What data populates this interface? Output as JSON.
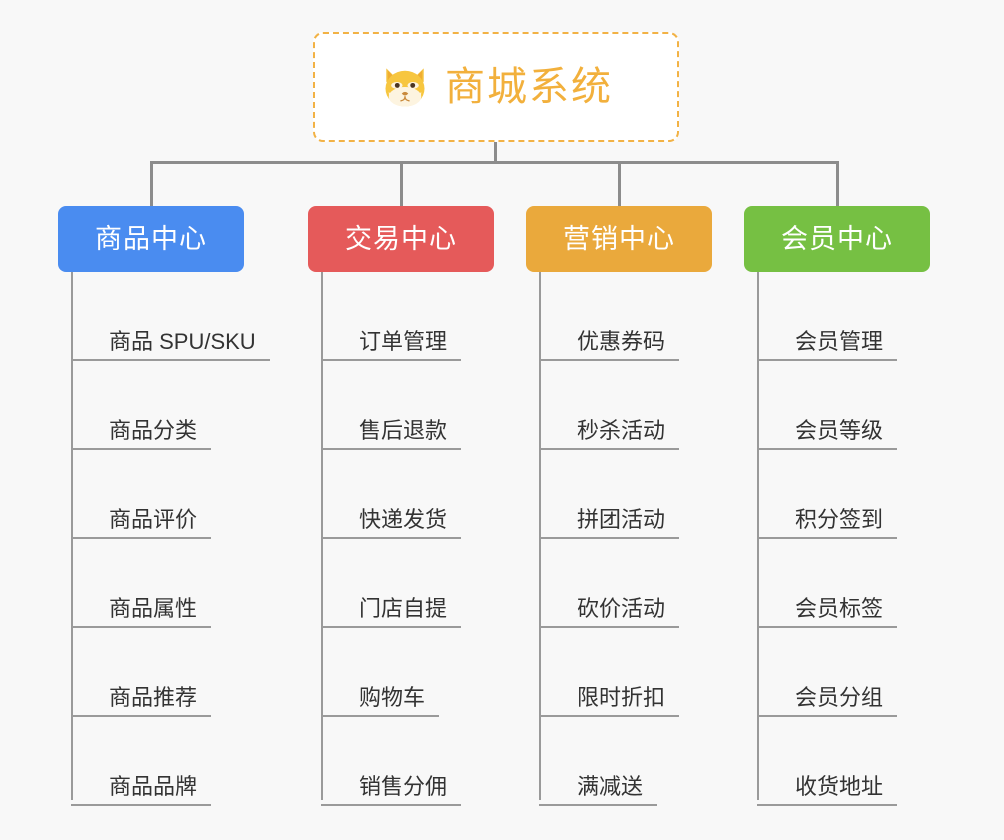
{
  "diagram": {
    "background_color": "#f8f8f8",
    "root": {
      "label": "商城系统",
      "icon": "shiba-dog-face-icon",
      "border_color": "#f2b245",
      "text_color": "#f2b03c"
    },
    "branches": [
      {
        "label": "商品中心",
        "color": "#4a8cf0",
        "items": [
          "商品 SPU/SKU",
          "商品分类",
          "商品评价",
          "商品属性",
          "商品推荐",
          "商品品牌"
        ]
      },
      {
        "label": "交易中心",
        "color": "#e55a5a",
        "items": [
          "订单管理",
          "售后退款",
          "快递发货",
          "门店自提",
          "购物车",
          "销售分佣"
        ]
      },
      {
        "label": "营销中心",
        "color": "#eaa93c",
        "items": [
          "优惠券码",
          "秒杀活动",
          "拼团活动",
          "砍价活动",
          "限时折扣",
          "满减送"
        ]
      },
      {
        "label": "会员中心",
        "color": "#76c043",
        "items": [
          "会员管理",
          "会员等级",
          "积分签到",
          "会员标签",
          "会员分组",
          "收货地址"
        ]
      }
    ],
    "connector_color": "#8c8c8c"
  }
}
